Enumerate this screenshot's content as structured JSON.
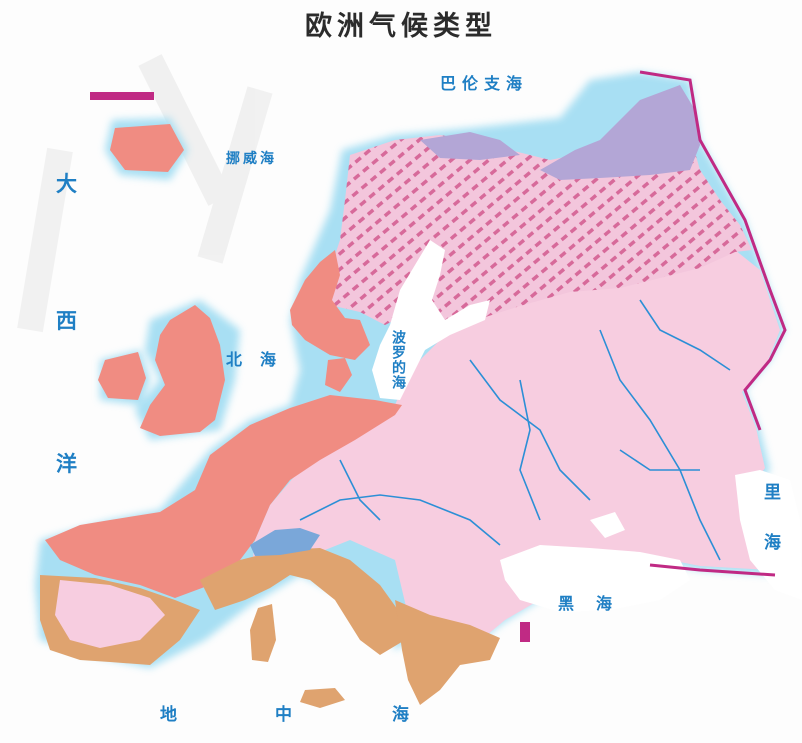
{
  "title": "欧洲气候类型",
  "labels": {
    "barents_sea": "巴伦支海",
    "norwegian_sea": "挪威海",
    "north_sea": "北海",
    "baltic_sea": "波罗的海",
    "black_sea": "黑海",
    "mediterranean_sea_chars": [
      "地",
      "中",
      "海"
    ],
    "atlantic_chars": [
      "大",
      "西",
      "洋"
    ],
    "caspian_chars": [
      "里",
      "海"
    ]
  },
  "colors": {
    "maritime_west_coast": "#f08c82",
    "mediterranean": "#dfa36f",
    "temperate_continental": "#f7cde0",
    "subarctic_hatch": "#d76a9a",
    "tundra": "#b3a6d6",
    "highland": "#7aa7d9",
    "water": "#ffffff",
    "coast_glow": "#9fdcf2",
    "border_accent": "#c02a84"
  }
}
